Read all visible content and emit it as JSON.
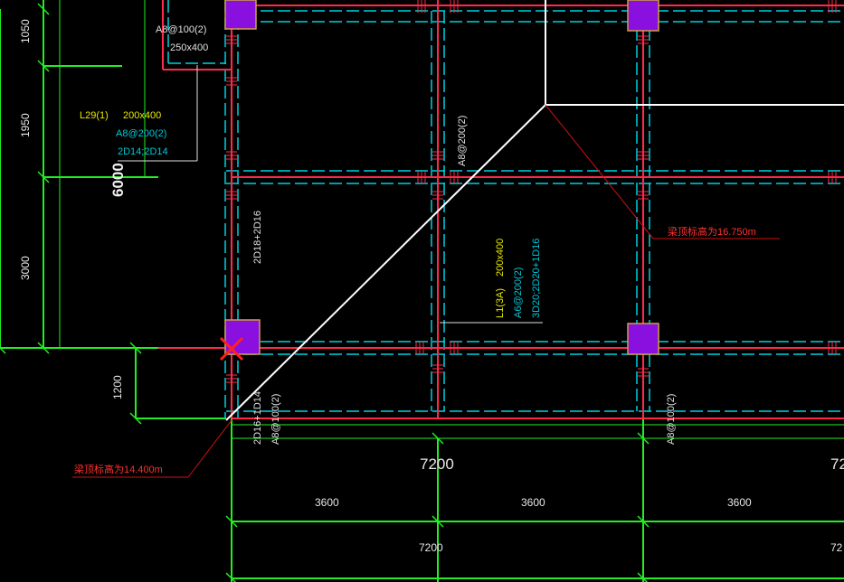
{
  "colors": {
    "background": "#000000",
    "beam": "#ff2a4a",
    "beam_dashed": "#00d0e0",
    "dimension": "#22ee22",
    "column": "#8a10e0",
    "leader_red": "#d01010",
    "white": "#ffffff",
    "marker": "#ff2020"
  },
  "vertical_dimensions": {
    "d1050": "1050",
    "d1950": "1950",
    "d6000": "6000",
    "d3000": "3000",
    "d1200": "1200"
  },
  "horizontal_dimensions": {
    "span_top_1": "7200",
    "span_top_2": "72",
    "sub_1": "3600",
    "sub_2": "3600",
    "sub_3": "3600",
    "span_bottom_1": "7200",
    "span_bottom_2": "72"
  },
  "annotations": {
    "top_left_stirrup": "A8@100(2)",
    "top_left_size": "250x400",
    "l29_name": "L29(1)",
    "l29_size": "200x400",
    "l29_stirrup": "A8@200(2)",
    "l29_bars": "2D14;2D14",
    "left_vertical_bars": "2D18+2D16",
    "mid_vertical_stirrup": "A8@200(2)",
    "l1_name": "L1(3A)",
    "l1_size": "200x400",
    "l1_stirrup": "A6@200(2)",
    "l1_bars": "3D20;2D20+1D16",
    "bottom_left_bars": "2D16+1D14",
    "bottom_left_stirrup": "A8@100(2)",
    "bottom_right_stirrup": "A8@100(2)",
    "elev_right": "梁顶标高为16.750m",
    "elev_left": "梁顶标高为14.400m"
  }
}
